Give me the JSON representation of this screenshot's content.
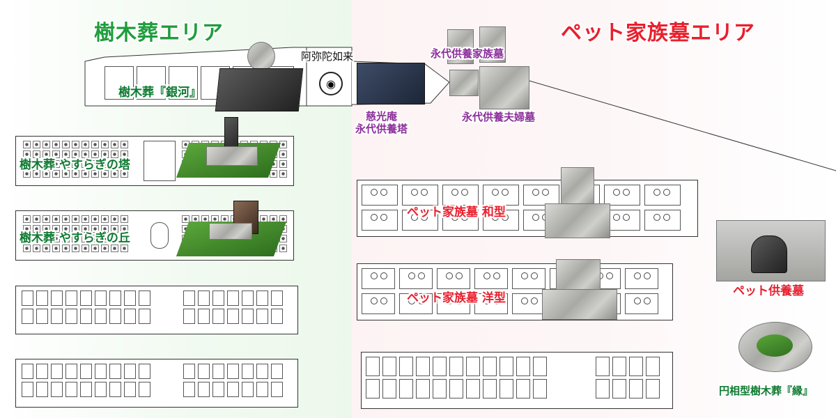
{
  "areas": {
    "left_title": "樹木葬エリア",
    "right_title": "ペット家族墓エリア"
  },
  "labels": {
    "ginga": "樹木葬『銀河』",
    "amida": "阿弥陀如来",
    "jikoan_line1": "慈光庵",
    "jikoan_line2": "永代供養塔",
    "eitai_kazoku": "永代供養家族墓",
    "eitai_fufu": "永代供養夫婦墓",
    "yasuragi_tou": "樹木葬 やすらぎの塔",
    "yasuragi_oka": "樹木葬 やすらぎの丘",
    "pet_wa": "ペット家族墓 和型",
    "pet_yo": "ペット家族墓 洋型",
    "pet_kuyou": "ペット供養墓",
    "enso": "円相型樹木葬『縁』"
  },
  "colors": {
    "left_accent": "#1f9d3c",
    "right_accent": "#e8202e",
    "purple_label": "#8a2f9a",
    "green_label": "#0f7a32"
  },
  "icons": [
    "buddha-statue-icon"
  ]
}
